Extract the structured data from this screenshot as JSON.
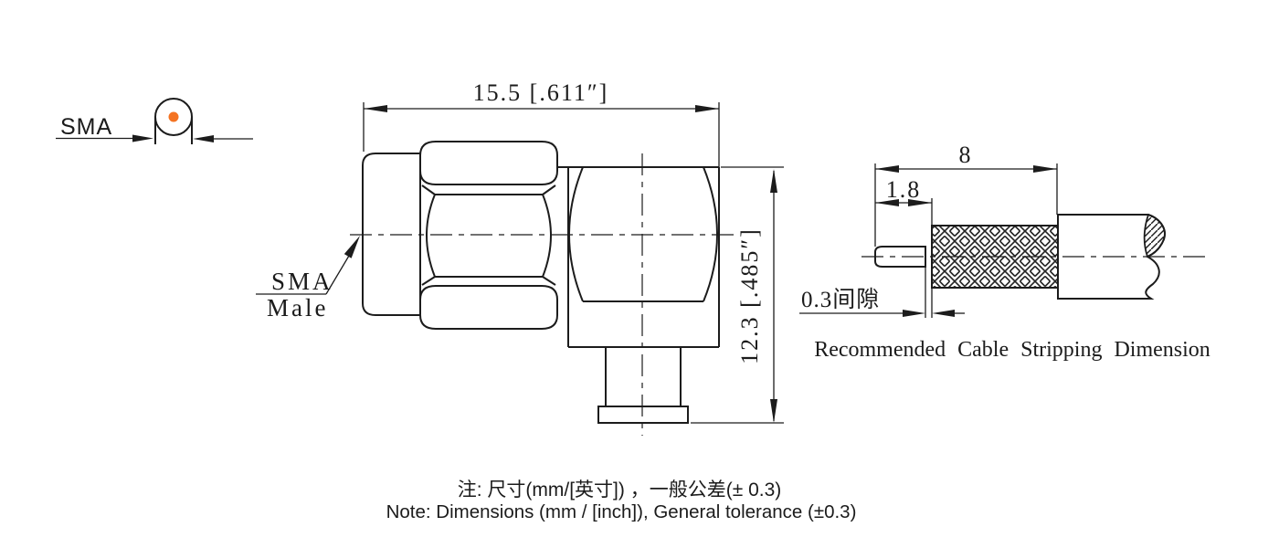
{
  "drawing": {
    "background": "#ffffff",
    "ink": "#1c1c1c",
    "accent_orange": "#f47322",
    "interface_symbol": {
      "label": "SMA"
    },
    "connector_view": {
      "label_line1": "SMA",
      "label_line2": "Male"
    },
    "dims": {
      "width": "15.5 [.611″]",
      "height": "12.3 [.485″]",
      "strip_total": "8",
      "strip_dielectric": "1.8",
      "strip_gap": "0.3间隙"
    },
    "caption": "Recommended Cable Stripping Dimension",
    "notes": {
      "zh": "注: 尺寸(mm/[英寸]) ，一般公差(± 0.3)",
      "en": "Note: Dimensions (mm / [inch]), General tolerance (±0.3)"
    }
  }
}
